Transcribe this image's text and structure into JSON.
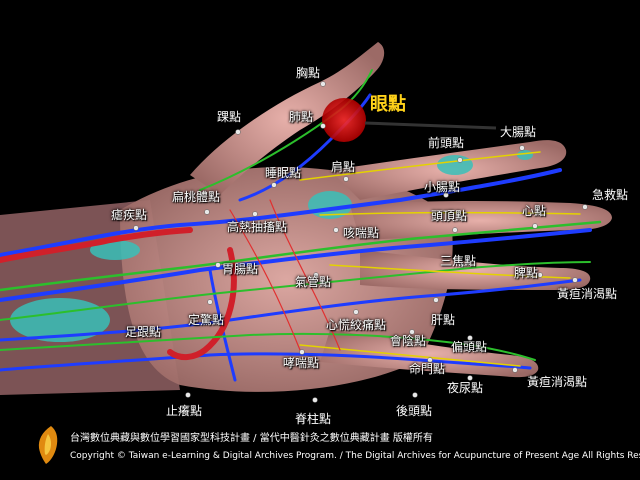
{
  "highlight": {
    "label": "眼點",
    "color": "#ffd21a",
    "marker_color": "#d01010"
  },
  "points": [
    {
      "id": "xiong",
      "label": "胸點"
    },
    {
      "id": "huai",
      "label": "踝點"
    },
    {
      "id": "fei",
      "label": "肺點"
    },
    {
      "id": "qiantou",
      "label": "前頭點"
    },
    {
      "id": "dachang",
      "label": "大腸點"
    },
    {
      "id": "jian",
      "label": "肩點"
    },
    {
      "id": "shuimian",
      "label": "睡眠點"
    },
    {
      "id": "xiaochang",
      "label": "小腸點"
    },
    {
      "id": "jijiu",
      "label": "急救點"
    },
    {
      "id": "biantaoti",
      "label": "扁桃體點"
    },
    {
      "id": "gaore",
      "label": "高熱抽搐點"
    },
    {
      "id": "dingtou",
      "label": "頭頂點"
    },
    {
      "id": "xin",
      "label": "心點"
    },
    {
      "id": "yanji",
      "label": "瘧疾點"
    },
    {
      "id": "kechuan",
      "label": "咳喘點"
    },
    {
      "id": "sanjiao",
      "label": "三焦點"
    },
    {
      "id": "weichang",
      "label": "胃腸點"
    },
    {
      "id": "qiguan",
      "label": "氣管點"
    },
    {
      "id": "pi",
      "label": "脾點"
    },
    {
      "id": "huangdan1",
      "label": "黃疸消渴點"
    },
    {
      "id": "zugen",
      "label": "足跟點"
    },
    {
      "id": "dingjing",
      "label": "定驚點"
    },
    {
      "id": "xinhuang",
      "label": "心慌絞痛點"
    },
    {
      "id": "gan",
      "label": "肝點"
    },
    {
      "id": "huiyin",
      "label": "會陰點"
    },
    {
      "id": "piantou",
      "label": "偏頭點"
    },
    {
      "id": "mingmen",
      "label": "命門點"
    },
    {
      "id": "xiaochuan",
      "label": "哮喘點"
    },
    {
      "id": "yeniao",
      "label": "夜尿點"
    },
    {
      "id": "huangdan2",
      "label": "黃疸消渴點"
    },
    {
      "id": "zhiyang",
      "label": "止癢點"
    },
    {
      "id": "jizhu",
      "label": "脊柱點"
    },
    {
      "id": "houtou",
      "label": "後頭點"
    }
  ],
  "footer": {
    "line1": "台灣數位典藏與數位學習國家型科技計畫 / 當代中醫針灸之數位典藏計畫 版權所有",
    "line2": "Copyright © Taiwan e-Learning & Digital Archives Program. / The Digital Archives for Acupuncture of Present Age All Rights Reserved."
  }
}
